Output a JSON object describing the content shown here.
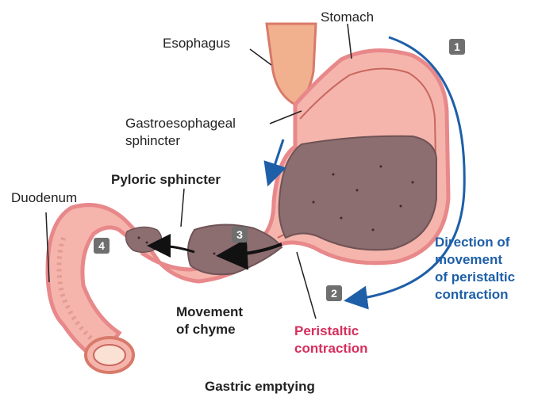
{
  "labels": {
    "stomach": "Stomach",
    "esophagus": "Esophagus",
    "gastroesophageal_line1": "Gastroesophageal",
    "gastroesophageal_line2": "sphincter",
    "pyloric": "Pyloric sphincter",
    "duodenum": "Duodenum",
    "movement_line1": "Movement",
    "movement_line2": "of chyme",
    "peristaltic_line1": "Peristaltic",
    "peristaltic_line2": "contraction",
    "direction_line1": "Direction of",
    "direction_line2": "movement",
    "direction_line3": "of peristaltic",
    "direction_line4": "contraction",
    "caption": "Gastric emptying"
  },
  "steps": [
    "1",
    "2",
    "3",
    "4"
  ],
  "colors": {
    "tissue_outer": "#e8888a",
    "tissue_fill": "#f5b5ac",
    "chyme": "#8c6d70",
    "esophagus_fill": "#f1b18e",
    "accent_blue": "#1e5fa8",
    "accent_red": "#d62f5c",
    "badge": "#6f6f6f"
  }
}
